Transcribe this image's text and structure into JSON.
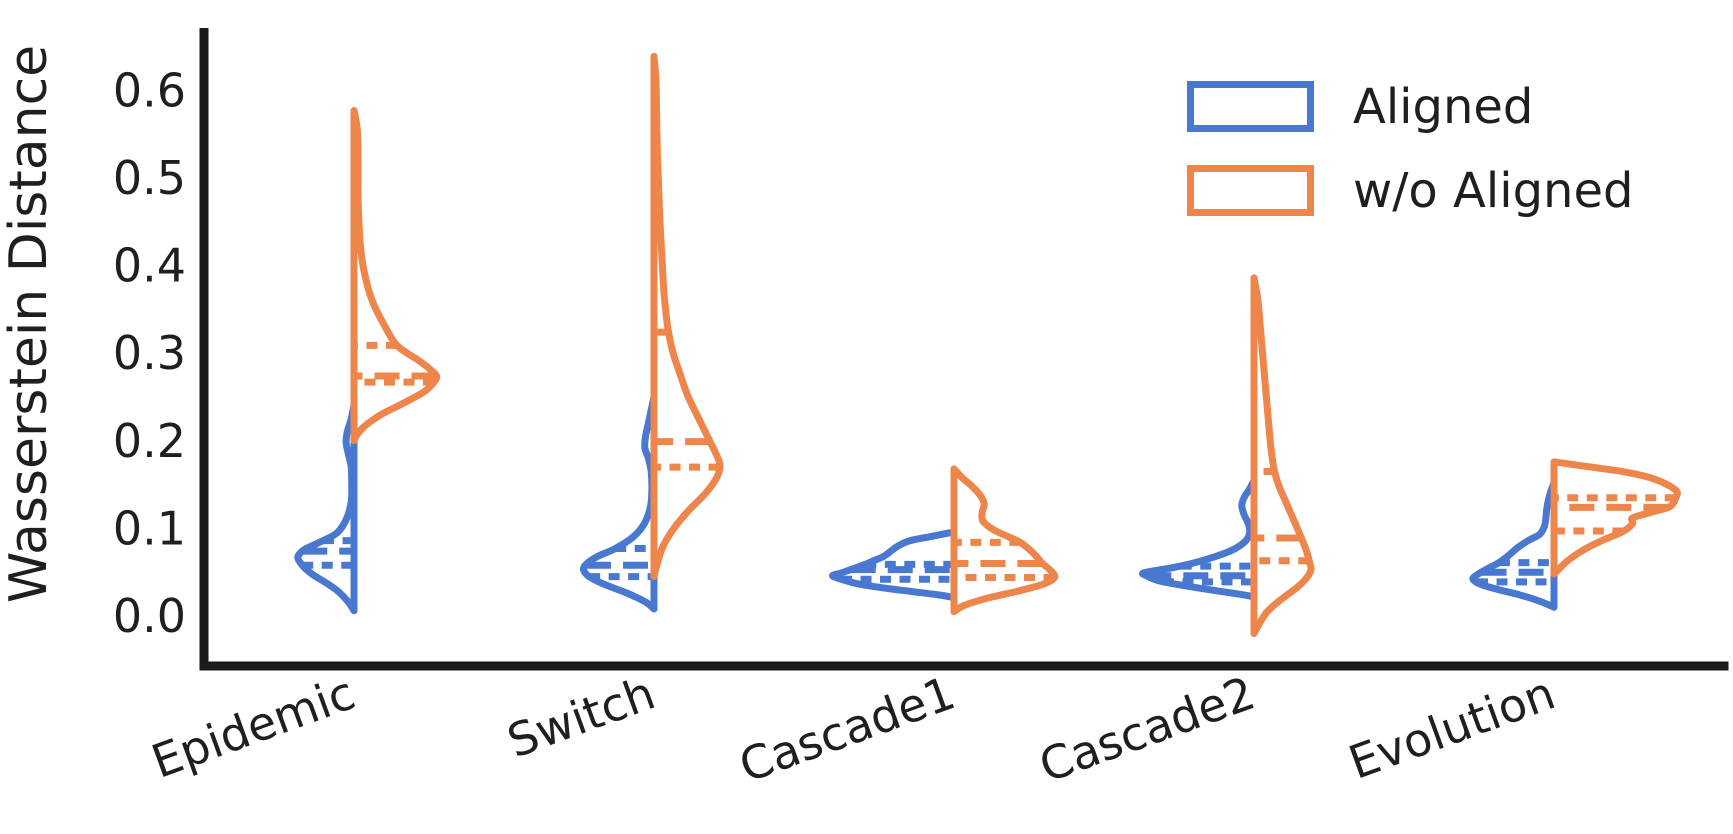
{
  "window": {
    "background": "#ffffff"
  },
  "axes": {
    "text_color": "#1f1f1f",
    "spine_color": "#1a1a1a"
  },
  "legend": {
    "items": [
      {
        "label": "Aligned",
        "color": "#4878D0"
      },
      {
        "label": "w/o Aligned",
        "color": "#EE854A"
      }
    ]
  },
  "chart_data": {
    "type": "violin",
    "subtype": "split-half-violin",
    "title": "",
    "xlabel": "",
    "ylabel": "Wasserstein Distance",
    "yticks": [
      0.0,
      0.1,
      0.2,
      0.3,
      0.4,
      0.5,
      0.6
    ],
    "ylim": [
      -0.06,
      0.67
    ],
    "grid": false,
    "legend_position": "upper right",
    "categories": [
      "Epidemic",
      "Switch",
      "Cascade1",
      "Cascade2",
      "Evolution"
    ],
    "series_names": [
      "Aligned",
      "w/o Aligned"
    ],
    "series_colors": [
      "#4878D0",
      "#EE854A"
    ],
    "inner": "quartile",
    "violins": [
      {
        "category": "Epidemic",
        "aligned": {
          "side": "left",
          "min": 0.006,
          "max": 0.241,
          "q1": 0.058,
          "median": 0.074,
          "q3": 0.086,
          "peak_halfwidth_frac": 0.375,
          "profile": [
            [
              0.241,
              0.0
            ],
            [
              0.225,
              0.05
            ],
            [
              0.21,
              0.12
            ],
            [
              0.198,
              0.14
            ],
            [
              0.185,
              0.1
            ],
            [
              0.17,
              0.05
            ],
            [
              0.15,
              0.04
            ],
            [
              0.13,
              0.05
            ],
            [
              0.11,
              0.14
            ],
            [
              0.095,
              0.3
            ],
            [
              0.086,
              0.55
            ],
            [
              0.078,
              0.82
            ],
            [
              0.074,
              0.92
            ],
            [
              0.067,
              1.0
            ],
            [
              0.058,
              0.92
            ],
            [
              0.048,
              0.75
            ],
            [
              0.038,
              0.5
            ],
            [
              0.028,
              0.28
            ],
            [
              0.016,
              0.1
            ],
            [
              0.006,
              0.0
            ]
          ]
        },
        "wo_aligned": {
          "side": "right",
          "min": 0.2,
          "max": 0.577,
          "q1": 0.267,
          "median": 0.274,
          "q3": 0.309,
          "peak_halfwidth_frac": 0.55,
          "profile": [
            [
              0.577,
              0.0
            ],
            [
              0.555,
              0.04
            ],
            [
              0.52,
              0.05
            ],
            [
              0.48,
              0.05
            ],
            [
              0.45,
              0.06
            ],
            [
              0.42,
              0.08
            ],
            [
              0.39,
              0.13
            ],
            [
              0.36,
              0.22
            ],
            [
              0.335,
              0.35
            ],
            [
              0.309,
              0.52
            ],
            [
              0.292,
              0.78
            ],
            [
              0.281,
              0.93
            ],
            [
              0.274,
              1.0
            ],
            [
              0.267,
              0.97
            ],
            [
              0.256,
              0.85
            ],
            [
              0.243,
              0.6
            ],
            [
              0.23,
              0.33
            ],
            [
              0.216,
              0.12
            ],
            [
              0.206,
              0.03
            ],
            [
              0.2,
              0.0
            ]
          ]
        }
      },
      {
        "category": "Switch",
        "aligned": {
          "side": "left",
          "min": 0.008,
          "max": 0.25,
          "q1": 0.045,
          "median": 0.058,
          "q3": 0.077,
          "peak_halfwidth_frac": 0.47,
          "profile": [
            [
              0.25,
              0.0
            ],
            [
              0.235,
              0.04
            ],
            [
              0.22,
              0.08
            ],
            [
              0.205,
              0.12
            ],
            [
              0.192,
              0.13
            ],
            [
              0.18,
              0.08
            ],
            [
              0.165,
              0.04
            ],
            [
              0.145,
              0.03
            ],
            [
              0.125,
              0.05
            ],
            [
              0.105,
              0.14
            ],
            [
              0.09,
              0.3
            ],
            [
              0.077,
              0.55
            ],
            [
              0.068,
              0.8
            ],
            [
              0.06,
              0.95
            ],
            [
              0.053,
              1.0
            ],
            [
              0.045,
              0.92
            ],
            [
              0.036,
              0.7
            ],
            [
              0.026,
              0.38
            ],
            [
              0.016,
              0.12
            ],
            [
              0.008,
              0.0
            ]
          ]
        },
        "wo_aligned": {
          "side": "right",
          "min": 0.045,
          "max": 0.639,
          "q1": 0.17,
          "median": 0.199,
          "q3": 0.324,
          "peak_halfwidth_frac": 0.44,
          "profile": [
            [
              0.639,
              0.0
            ],
            [
              0.61,
              0.03
            ],
            [
              0.57,
              0.04
            ],
            [
              0.53,
              0.05
            ],
            [
              0.49,
              0.07
            ],
            [
              0.45,
              0.09
            ],
            [
              0.41,
              0.12
            ],
            [
              0.37,
              0.15
            ],
            [
              0.34,
              0.19
            ],
            [
              0.324,
              0.22
            ],
            [
              0.3,
              0.29
            ],
            [
              0.275,
              0.4
            ],
            [
              0.25,
              0.52
            ],
            [
              0.225,
              0.68
            ],
            [
              0.199,
              0.85
            ],
            [
              0.185,
              0.94
            ],
            [
              0.172,
              1.0
            ],
            [
              0.158,
              0.95
            ],
            [
              0.14,
              0.78
            ],
            [
              0.12,
              0.52
            ],
            [
              0.1,
              0.3
            ],
            [
              0.08,
              0.14
            ],
            [
              0.06,
              0.05
            ],
            [
              0.045,
              0.0
            ]
          ]
        }
      },
      {
        "category": "Cascade1",
        "aligned": {
          "side": "left",
          "min": 0.021,
          "max": 0.096,
          "q1": 0.042,
          "median": 0.053,
          "q3": 0.059,
          "peak_halfwidth_frac": 0.81,
          "profile": [
            [
              0.096,
              0.0
            ],
            [
              0.091,
              0.18
            ],
            [
              0.086,
              0.36
            ],
            [
              0.08,
              0.46
            ],
            [
              0.074,
              0.52
            ],
            [
              0.068,
              0.58
            ],
            [
              0.062,
              0.68
            ],
            [
              0.059,
              0.73
            ],
            [
              0.053,
              0.85
            ],
            [
              0.049,
              0.93
            ],
            [
              0.046,
              1.0
            ],
            [
              0.042,
              0.93
            ],
            [
              0.037,
              0.8
            ],
            [
              0.032,
              0.58
            ],
            [
              0.028,
              0.35
            ],
            [
              0.024,
              0.12
            ],
            [
              0.021,
              0.0
            ]
          ]
        },
        "wo_aligned": {
          "side": "right",
          "min": 0.005,
          "max": 0.168,
          "q1": 0.044,
          "median": 0.06,
          "q3": 0.084,
          "peak_halfwidth_frac": 0.67,
          "profile": [
            [
              0.168,
              0.0
            ],
            [
              0.158,
              0.08
            ],
            [
              0.148,
              0.18
            ],
            [
              0.138,
              0.26
            ],
            [
              0.128,
              0.3
            ],
            [
              0.118,
              0.28
            ],
            [
              0.108,
              0.29
            ],
            [
              0.098,
              0.4
            ],
            [
              0.09,
              0.55
            ],
            [
              0.084,
              0.66
            ],
            [
              0.075,
              0.76
            ],
            [
              0.068,
              0.82
            ],
            [
              0.06,
              0.88
            ],
            [
              0.052,
              0.96
            ],
            [
              0.044,
              1.0
            ],
            [
              0.036,
              0.88
            ],
            [
              0.028,
              0.62
            ],
            [
              0.02,
              0.32
            ],
            [
              0.012,
              0.1
            ],
            [
              0.005,
              0.0
            ]
          ]
        }
      },
      {
        "category": "Cascade2",
        "aligned": {
          "side": "left",
          "min": 0.022,
          "max": 0.155,
          "q1": 0.039,
          "median": 0.046,
          "q3": 0.057,
          "peak_halfwidth_frac": 0.74,
          "profile": [
            [
              0.155,
              0.0
            ],
            [
              0.145,
              0.04
            ],
            [
              0.135,
              0.09
            ],
            [
              0.126,
              0.11
            ],
            [
              0.116,
              0.09
            ],
            [
              0.105,
              0.05
            ],
            [
              0.095,
              0.04
            ],
            [
              0.085,
              0.08
            ],
            [
              0.075,
              0.2
            ],
            [
              0.065,
              0.42
            ],
            [
              0.057,
              0.66
            ],
            [
              0.052,
              0.88
            ],
            [
              0.049,
              1.0
            ],
            [
              0.046,
              0.97
            ],
            [
              0.042,
              0.9
            ],
            [
              0.039,
              0.82
            ],
            [
              0.034,
              0.6
            ],
            [
              0.029,
              0.35
            ],
            [
              0.025,
              0.14
            ],
            [
              0.022,
              0.0
            ]
          ]
        },
        "wo_aligned": {
          "side": "right",
          "min": -0.02,
          "max": 0.386,
          "q1": 0.063,
          "median": 0.089,
          "q3": 0.165,
          "peak_halfwidth_frac": 0.38,
          "profile": [
            [
              0.386,
              0.0
            ],
            [
              0.36,
              0.07
            ],
            [
              0.33,
              0.11
            ],
            [
              0.3,
              0.15
            ],
            [
              0.27,
              0.19
            ],
            [
              0.24,
              0.23
            ],
            [
              0.21,
              0.27
            ],
            [
              0.185,
              0.31
            ],
            [
              0.165,
              0.36
            ],
            [
              0.148,
              0.44
            ],
            [
              0.13,
              0.56
            ],
            [
              0.112,
              0.68
            ],
            [
              0.1,
              0.76
            ],
            [
              0.089,
              0.83
            ],
            [
              0.078,
              0.9
            ],
            [
              0.068,
              0.95
            ],
            [
              0.06,
              0.98
            ],
            [
              0.053,
              1.0
            ],
            [
              0.044,
              0.93
            ],
            [
              0.034,
              0.78
            ],
            [
              0.024,
              0.58
            ],
            [
              0.014,
              0.38
            ],
            [
              0.004,
              0.22
            ],
            [
              -0.008,
              0.1
            ],
            [
              -0.02,
              0.0
            ]
          ]
        }
      },
      {
        "category": "Evolution",
        "aligned": {
          "side": "left",
          "min": 0.01,
          "max": 0.152,
          "q1": 0.039,
          "median": 0.05,
          "q3": 0.061,
          "peak_halfwidth_frac": 0.54,
          "profile": [
            [
              0.152,
              0.0
            ],
            [
              0.142,
              0.04
            ],
            [
              0.132,
              0.07
            ],
            [
              0.122,
              0.09
            ],
            [
              0.112,
              0.1
            ],
            [
              0.102,
              0.12
            ],
            [
              0.093,
              0.18
            ],
            [
              0.086,
              0.32
            ],
            [
              0.078,
              0.45
            ],
            [
              0.07,
              0.55
            ],
            [
              0.061,
              0.68
            ],
            [
              0.054,
              0.82
            ],
            [
              0.047,
              0.95
            ],
            [
              0.042,
              1.0
            ],
            [
              0.036,
              0.9
            ],
            [
              0.03,
              0.68
            ],
            [
              0.024,
              0.42
            ],
            [
              0.017,
              0.18
            ],
            [
              0.01,
              0.0
            ]
          ]
        },
        "wo_aligned": {
          "side": "right",
          "min": 0.048,
          "max": 0.176,
          "q1": 0.097,
          "median": 0.124,
          "q3": 0.135,
          "peak_halfwidth_frac": 0.82,
          "profile": [
            [
              0.176,
              0.0
            ],
            [
              0.171,
              0.25
            ],
            [
              0.165,
              0.55
            ],
            [
              0.158,
              0.78
            ],
            [
              0.15,
              0.92
            ],
            [
              0.142,
              1.0
            ],
            [
              0.135,
              0.99
            ],
            [
              0.129,
              0.97
            ],
            [
              0.124,
              0.93
            ],
            [
              0.118,
              0.78
            ],
            [
              0.112,
              0.64
            ],
            [
              0.106,
              0.64
            ],
            [
              0.1,
              0.6
            ],
            [
              0.095,
              0.54
            ],
            [
              0.088,
              0.42
            ],
            [
              0.08,
              0.3
            ],
            [
              0.072,
              0.2
            ],
            [
              0.063,
              0.11
            ],
            [
              0.055,
              0.05
            ],
            [
              0.048,
              0.0
            ]
          ]
        }
      }
    ]
  }
}
